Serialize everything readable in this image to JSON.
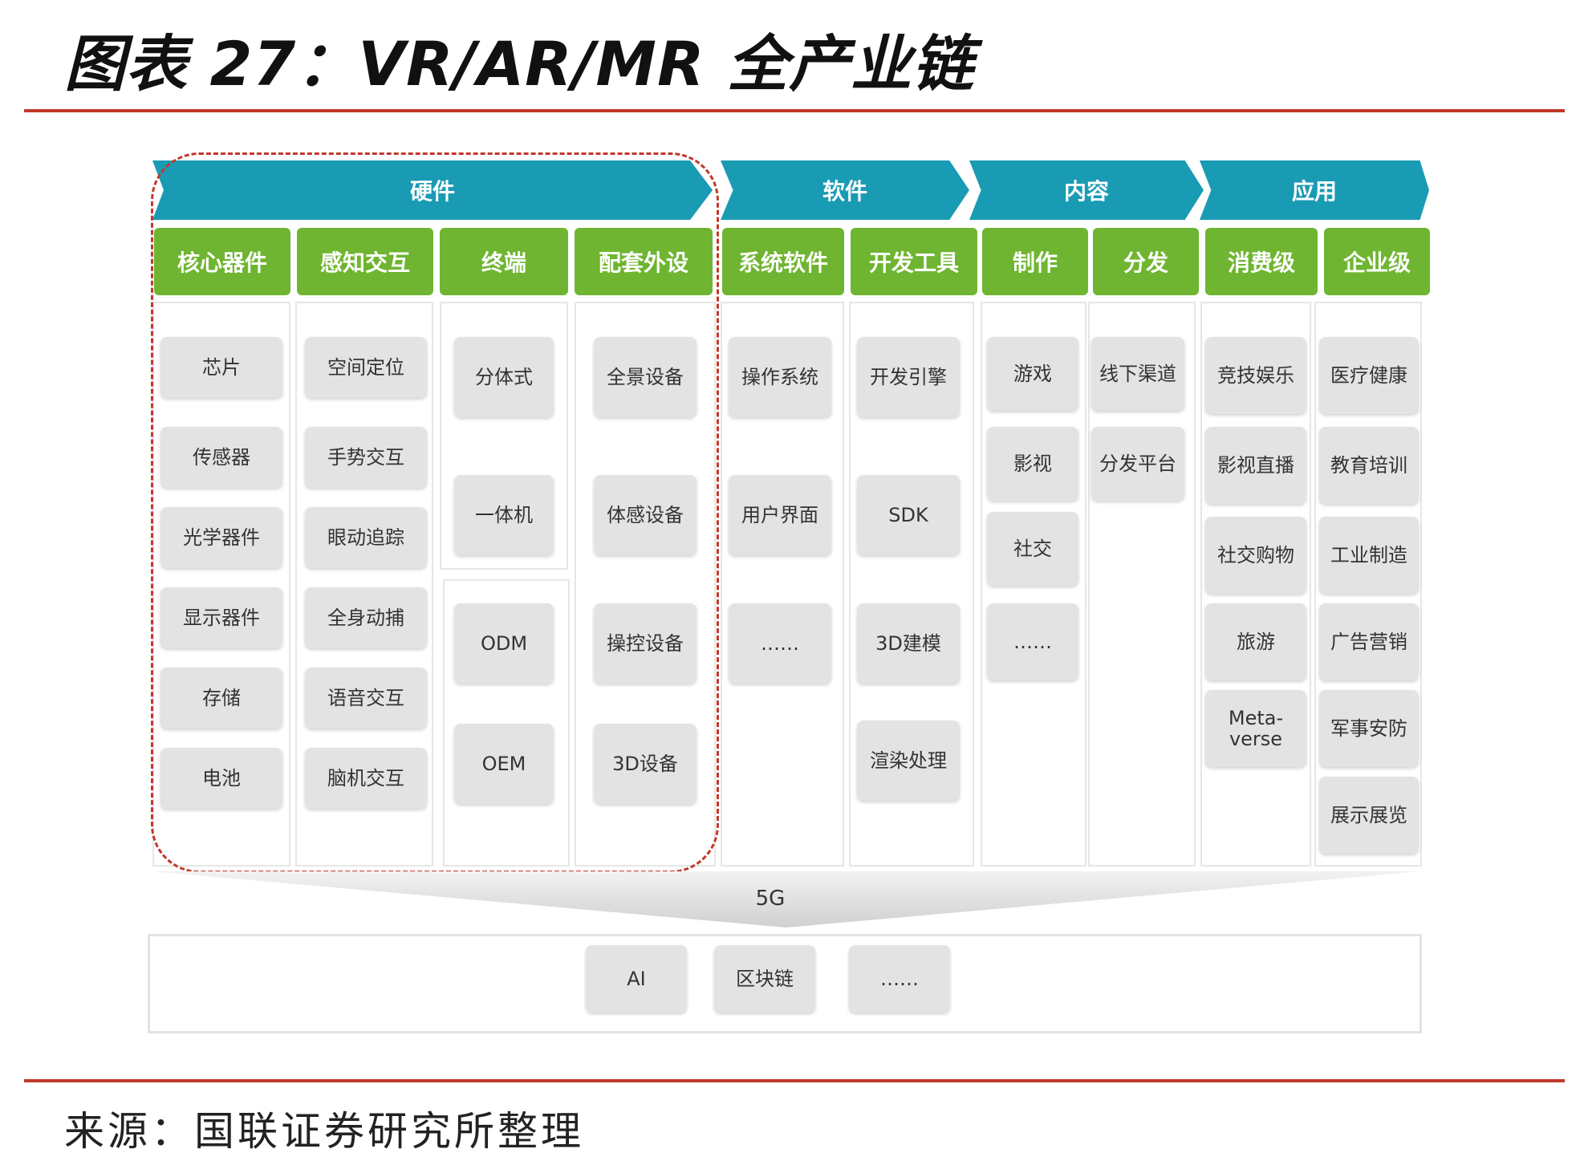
{
  "title": "图表 27：VR/AR/MR 全产业链",
  "source": "来源：国联证券研究所整理",
  "colors": {
    "banner": "#1a9bb4",
    "category": "#6fb531",
    "tile": "#e3e3e3",
    "rule": "#c0392b"
  },
  "banners": [
    "硬件",
    "软件",
    "内容",
    "应用"
  ],
  "categories": [
    {
      "label": "核心器件",
      "items": [
        "芯片",
        "传感器",
        "光学器件",
        "显示器件",
        "存储",
        "电池"
      ]
    },
    {
      "label": "感知交互",
      "items": [
        "空间定位",
        "手势交互",
        "眼动追踪",
        "全身动捕",
        "语音交互",
        "脑机交互"
      ]
    },
    {
      "label": "终端",
      "items": [
        "分体式",
        "一体机",
        "ODM",
        "OEM"
      ]
    },
    {
      "label": "配套外设",
      "items": [
        "全景设备",
        "体感设备",
        "操控设备",
        "3D设备"
      ]
    },
    {
      "label": "系统软件",
      "items": [
        "操作系统",
        "用户界面",
        "……"
      ]
    },
    {
      "label": "开发工具",
      "items": [
        "开发引擎",
        "SDK",
        "3D建模",
        "渲染处理"
      ]
    },
    {
      "label": "制作",
      "items": [
        "游戏",
        "影视",
        "社交",
        "……"
      ]
    },
    {
      "label": "分发",
      "items": [
        "线下渠道",
        "分发平台"
      ]
    },
    {
      "label": "消费级",
      "items": [
        "竞技娱乐",
        "影视直播",
        "社交购物",
        "旅游",
        "Meta-\nverse"
      ]
    },
    {
      "label": "企业级",
      "items": [
        "医疗健康",
        "教育培训",
        "工业制造",
        "广告营销",
        "军事安防",
        "展示展览"
      ]
    }
  ],
  "network_label": "5G",
  "foundation": [
    "AI",
    "区块链",
    "……"
  ]
}
